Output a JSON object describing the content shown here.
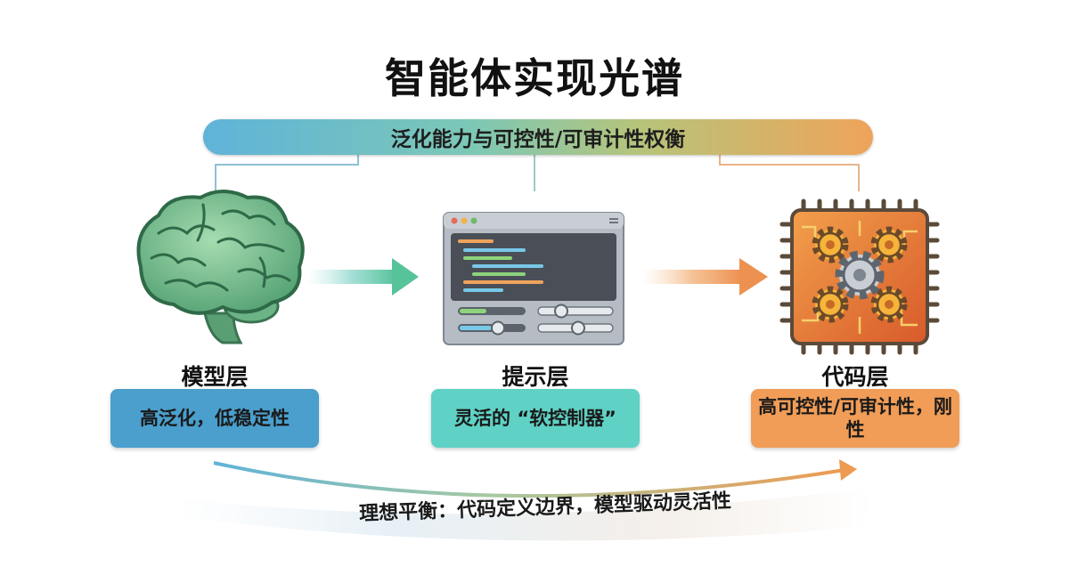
{
  "title": "智能体实现光谱",
  "top_bar": {
    "label": "泛化能力与可控性/可审计性权衡"
  },
  "layers": [
    {
      "title": "模型层",
      "desc": "高泛化，低稳定性",
      "icon": "brain-icon",
      "color": "#4a9fcd"
    },
    {
      "title": "提示层",
      "desc": "灵活的 “软控制器”",
      "icon": "prompt-window-icon",
      "color": "#5fd2c5"
    },
    {
      "title": "代码层",
      "desc": "高可控性/可审计性，刚性",
      "icon": "chip-gears-icon",
      "color": "#f19d57"
    }
  ],
  "bottom": {
    "label": "理想平衡：代码定义边界，模型驱动灵活性"
  }
}
